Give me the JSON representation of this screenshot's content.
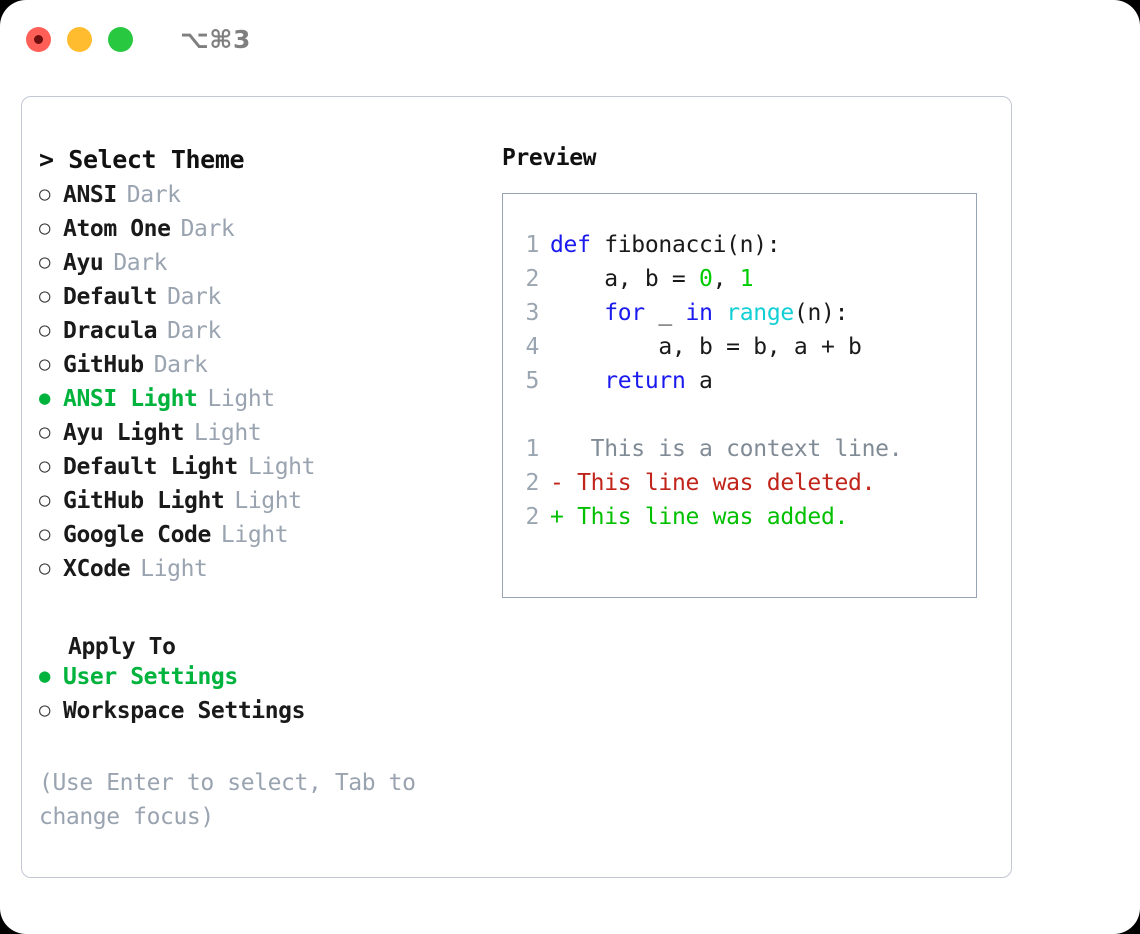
{
  "titlebar": {
    "shortcut": "⌥⌘3",
    "lights": [
      {
        "name": "close",
        "color": "#ff5f57"
      },
      {
        "name": "minimize",
        "color": "#febc2e"
      },
      {
        "name": "zoom",
        "color": "#28c840"
      }
    ]
  },
  "theme_picker": {
    "header": "> Select Theme",
    "items": [
      {
        "name": "ANSI",
        "kind": "Dark",
        "selected": false,
        "bullet": "○"
      },
      {
        "name": "Atom One",
        "kind": "Dark",
        "selected": false,
        "bullet": "○"
      },
      {
        "name": "Ayu",
        "kind": "Dark",
        "selected": false,
        "bullet": "○"
      },
      {
        "name": "Default",
        "kind": "Dark",
        "selected": false,
        "bullet": "○"
      },
      {
        "name": "Dracula",
        "kind": "Dark",
        "selected": false,
        "bullet": "○"
      },
      {
        "name": "GitHub",
        "kind": "Dark",
        "selected": false,
        "bullet": "○"
      },
      {
        "name": "ANSI Light",
        "kind": "Light",
        "selected": true,
        "bullet": "●"
      },
      {
        "name": "Ayu Light",
        "kind": "Light",
        "selected": false,
        "bullet": "○"
      },
      {
        "name": "Default Light",
        "kind": "Light",
        "selected": false,
        "bullet": "○"
      },
      {
        "name": "GitHub Light",
        "kind": "Light",
        "selected": false,
        "bullet": "○"
      },
      {
        "name": "Google Code",
        "kind": "Light",
        "selected": false,
        "bullet": "○"
      },
      {
        "name": "XCode",
        "kind": "Light",
        "selected": false,
        "bullet": "○"
      }
    ]
  },
  "apply_to": {
    "title": "Apply To",
    "items": [
      {
        "name": "User Settings",
        "selected": true,
        "bullet": "●"
      },
      {
        "name": "Workspace Settings",
        "selected": false,
        "bullet": "○"
      }
    ]
  },
  "hint": "(Use Enter to select, Tab to change focus)",
  "preview": {
    "title": "Preview",
    "code_lines": [
      {
        "no": "1",
        "tokens": [
          {
            "t": "def ",
            "c": "kw"
          },
          {
            "t": "fibonacci(n):",
            "c": "plain"
          }
        ]
      },
      {
        "no": "2",
        "tokens": [
          {
            "t": "    a, b = ",
            "c": "plain"
          },
          {
            "t": "0",
            "c": "num"
          },
          {
            "t": ", ",
            "c": "plain"
          },
          {
            "t": "1",
            "c": "num"
          }
        ]
      },
      {
        "no": "3",
        "tokens": [
          {
            "t": "    ",
            "c": "plain"
          },
          {
            "t": "for",
            "c": "kw"
          },
          {
            "t": " _ ",
            "c": "plain"
          },
          {
            "t": "in",
            "c": "kw"
          },
          {
            "t": " ",
            "c": "plain"
          },
          {
            "t": "range",
            "c": "fn"
          },
          {
            "t": "(n):",
            "c": "plain"
          }
        ]
      },
      {
        "no": "4",
        "tokens": [
          {
            "t": "        a, b = b, a + b",
            "c": "plain"
          }
        ]
      },
      {
        "no": "5",
        "tokens": [
          {
            "t": "    ",
            "c": "plain"
          },
          {
            "t": "return",
            "c": "kw"
          },
          {
            "t": " a",
            "c": "plain"
          }
        ]
      }
    ],
    "diff_lines": [
      {
        "no": "1",
        "marker": " ",
        "text": "  This is a context line.",
        "c": "ctx"
      },
      {
        "no": "2",
        "marker": "-",
        "text": " This line was deleted.",
        "c": "del"
      },
      {
        "no": "2",
        "marker": "+",
        "text": " This line was added.",
        "c": "add"
      }
    ]
  },
  "colors": {
    "accent_green": "#00b33c",
    "panel_border": "#c3c7d4",
    "preview_border": "#95a3b3",
    "muted": "#9aa3b0",
    "keyword_blue": "#1a1aee",
    "function_cyan": "#11cfd4",
    "number_green": "#00cc00",
    "diff_add": "#00c000",
    "diff_del": "#c0241a"
  }
}
